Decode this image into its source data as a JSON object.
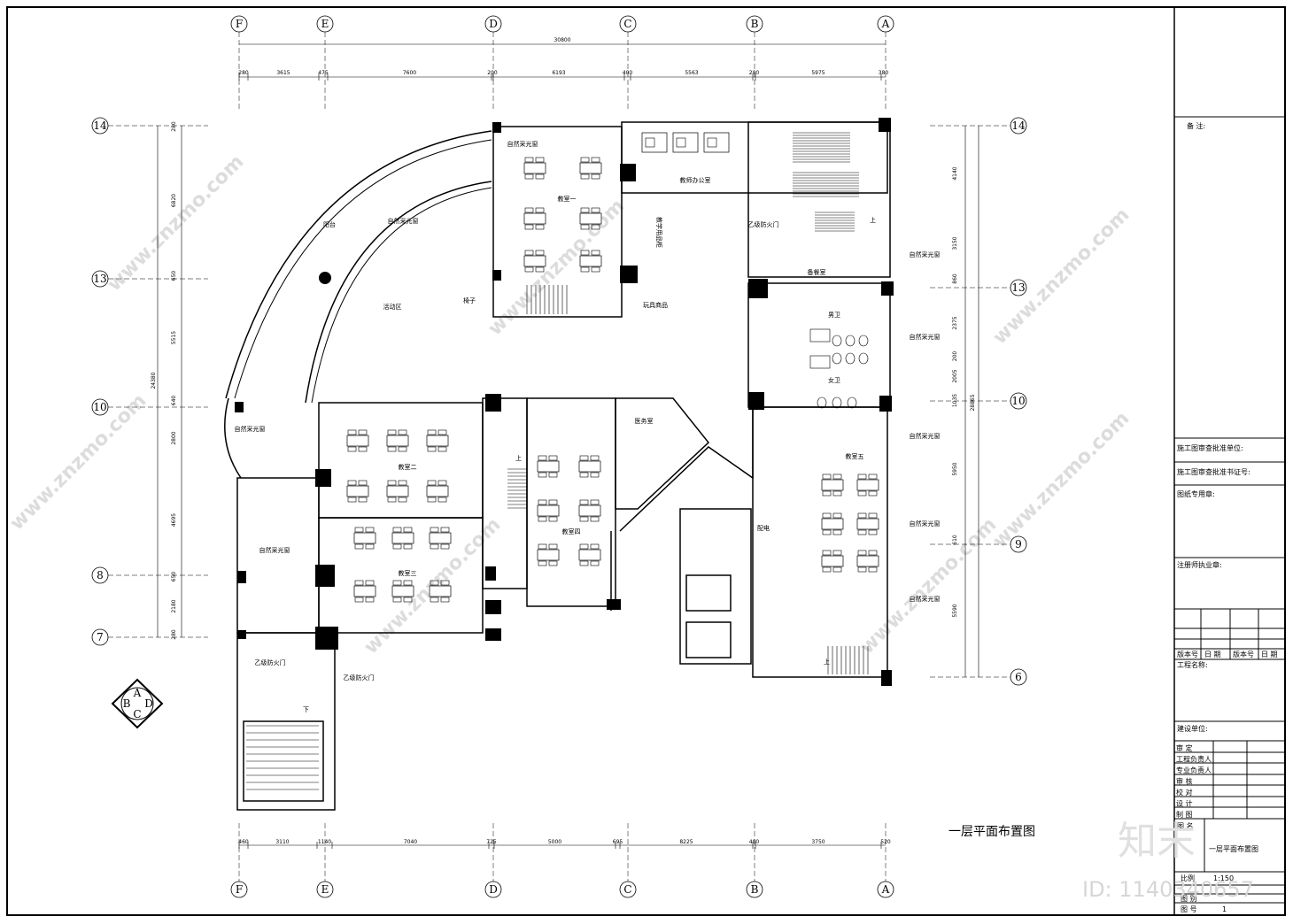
{
  "drawing": {
    "title": "一层平面布置图",
    "total_top": "30800",
    "total_left": "24380",
    "total_right": "28865"
  },
  "axes_top": [
    "F",
    "E",
    "D",
    "C",
    "B",
    "A"
  ],
  "axes_left": [
    "14",
    "13",
    "10",
    "8",
    "7"
  ],
  "axes_right": [
    "14",
    "13",
    "10",
    "9",
    "6"
  ],
  "dims_top": [
    "280",
    "3615",
    "475",
    "7600",
    "200",
    "6193",
    "400",
    "5563",
    "200",
    "5975",
    "380"
  ],
  "dims_bottom": [
    "460",
    "3110",
    "1140",
    "7040",
    "725",
    "5000",
    "695",
    "8225",
    "400",
    "3750",
    "520"
  ],
  "dims_left": [
    "280",
    "6820",
    "650",
    "5515",
    "640",
    "2800",
    "4695",
    "650",
    "2180",
    "280"
  ],
  "dims_right": [
    "4140",
    "3150",
    "860",
    "2375",
    "200",
    "2005",
    "1035",
    "5950",
    "610",
    "5590"
  ],
  "rooms": {
    "classroom1": "教室一",
    "classroom2": "教室二",
    "classroom3": "教室三",
    "classroom4": "教室四",
    "classroom5": "教室五",
    "office": "教师办公室",
    "balcony": "阳台",
    "activity": "活动区",
    "medical": "医务室",
    "pantry": "备餐室",
    "male_wc": "男卫",
    "female_wc": "女卫",
    "power": "配电",
    "toys": "玩具商品",
    "chair": "椅子",
    "cabinet": "教学用品柜"
  },
  "labels": {
    "skylight": "自然采光窗",
    "fire_door": "乙级防火门",
    "up": "上",
    "down": "下"
  },
  "compass": [
    "A",
    "B",
    "C",
    "D"
  ],
  "titleblock": {
    "remarks": "备  注:",
    "review_unit": "施工图审查批准单位:",
    "review_cert": "施工图审查批准书证号:",
    "drawing_seal": "图纸专用章:",
    "reg_seal": "注册师执业章:",
    "version_row": [
      "版本号",
      "日 期",
      "版本号",
      "日 期"
    ],
    "project_name": "工程名称:",
    "client": "建设单位:",
    "roles": [
      "审    定",
      "工程负责人",
      "专业负责人",
      "审    核",
      "校    对",
      "设    计",
      "制    图"
    ],
    "figure_label": "图    名",
    "figure_name": "一层平面布置图",
    "scale_label": "比例",
    "scale_value": "1:150",
    "figure_no_label": "图    别",
    "sheet_label": "图    号",
    "sheet_value": "1"
  },
  "watermark": {
    "site": "www.znzmo.com",
    "brand": "知末",
    "id": "ID: 1140340657"
  }
}
